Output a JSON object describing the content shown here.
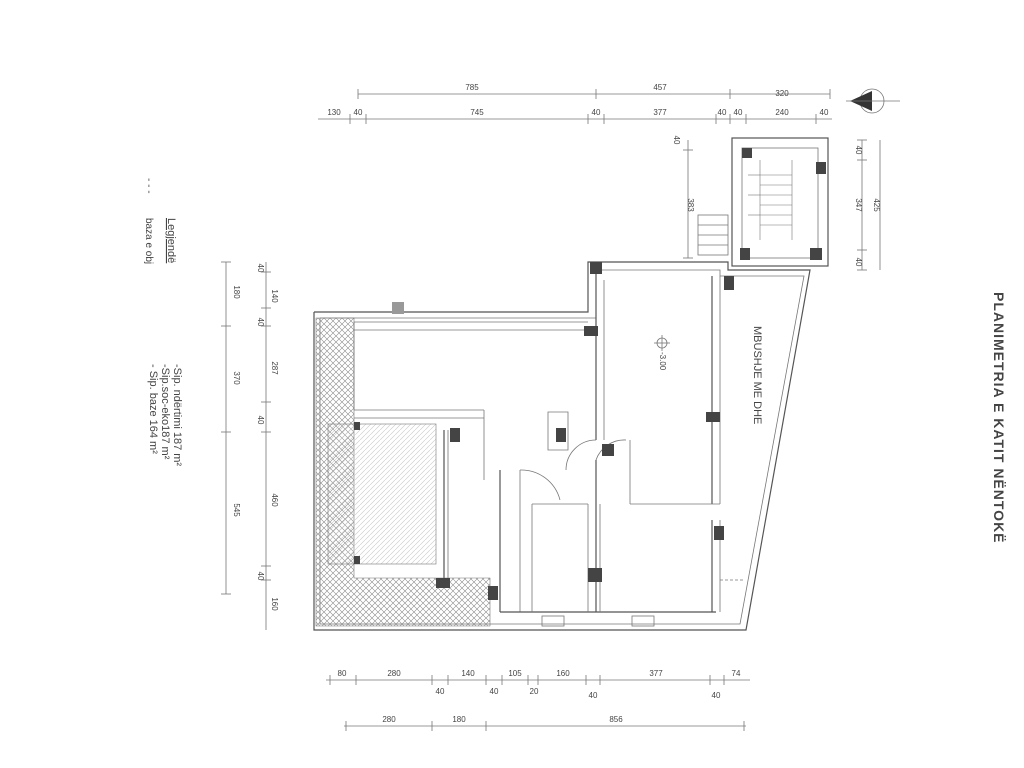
{
  "title": "PLANIMETRIA E KATIT NËNTOKË",
  "room_label": "MBUSHJE ME DHE",
  "level_marker": "-3.00",
  "legend": {
    "heading": "Legjendë",
    "symbol": "- - -",
    "item": "baza e obj"
  },
  "areas": [
    "-Sip. ndërtimi 187 m²",
    "-Sip.soc-eko187 m²",
    "- Sip. baze 164 m²"
  ],
  "dims_top_1": [
    "785",
    "457",
    "320"
  ],
  "dims_top_2": [
    "130",
    "40",
    "745",
    "40",
    "377",
    "40",
    "40",
    "240",
    "40"
  ],
  "dims_bottom_1": [
    "80",
    "280",
    "140",
    "105",
    "160",
    "377",
    "74"
  ],
  "dims_bottom_1_sub": [
    "40",
    "40",
    "20",
    "40",
    "40"
  ],
  "dims_bottom_2": [
    "280",
    "180",
    "856"
  ],
  "dims_left_1": [
    "40",
    "140",
    "40",
    "287",
    "40",
    "460",
    "40",
    "160"
  ],
  "dims_left_2": [
    "180",
    "370",
    "545"
  ],
  "dims_stair_inner": [
    "40",
    "383"
  ],
  "dims_right": [
    "40",
    "347",
    "40",
    "425"
  ],
  "colors": {
    "line": "#555555",
    "column": "#444444",
    "hatch": "#888888"
  }
}
